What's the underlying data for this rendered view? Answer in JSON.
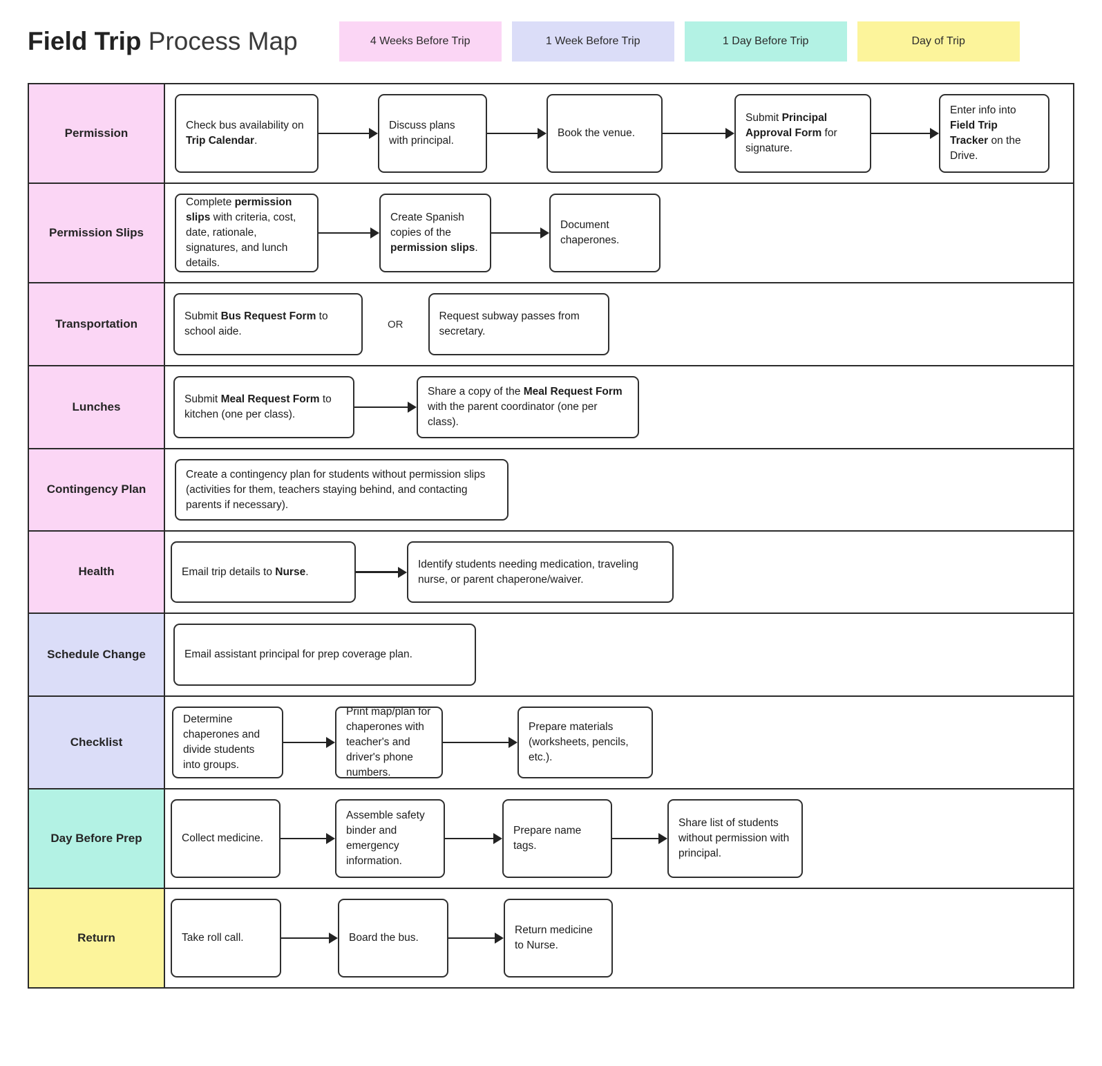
{
  "header": {
    "title_bold": "Field Trip",
    "title_light": " Process Map",
    "legend": [
      {
        "label": "4 Weeks Before Trip",
        "color": "#FBD6F5"
      },
      {
        "label": "1 Week Before Trip",
        "color": "#DBDDF8"
      },
      {
        "label": "1 Day Before Trip",
        "color": "#B3F2E4"
      },
      {
        "label": "Day of Trip",
        "color": "#FCF49B"
      }
    ]
  },
  "colors": {
    "pink": "#FBD6F5",
    "lavender": "#DBDDF8",
    "teal": "#B3F2E4",
    "yellow": "#FCF49B",
    "border": "#2a2a2a",
    "node_border": "#2e2e2e",
    "arrow": "#222222"
  },
  "or_label": "OR",
  "rows": [
    {
      "label": "Permission",
      "phase": "4 Weeks Before Trip",
      "color": "#FBD6F5",
      "steps": [
        {
          "text": "Check bus availability on Trip Calendar.",
          "bold": [
            "Trip Calendar"
          ]
        },
        {
          "text": "Discuss plans with principal.",
          "bold": []
        },
        {
          "text": "Book the venue.",
          "bold": []
        },
        {
          "text": "Submit Principal Approval Form for signature.",
          "bold": [
            "Principal Approval Form"
          ]
        },
        {
          "text": "Enter info into Field Trip Tracker on the Drive.",
          "bold": [
            "Field Trip Tracker"
          ]
        }
      ]
    },
    {
      "label": "Permission Slips",
      "phase": "4 Weeks Before Trip",
      "color": "#FBD6F5",
      "steps": [
        {
          "text": "Complete permission slips with criteria, cost, date, rationale, signatures, and lunch details.",
          "bold": [
            "permission slips"
          ]
        },
        {
          "text": "Create Spanish copies of the permission slips.",
          "bold": [
            "permission slips"
          ]
        },
        {
          "text": "Document chaperones.",
          "bold": []
        }
      ]
    },
    {
      "label": "Transportation",
      "phase": "4 Weeks Before Trip",
      "color": "#FBD6F5",
      "steps": [
        {
          "text": "Submit Bus Request Form to school aide.",
          "bold": [
            "Bus Request Form"
          ]
        },
        {
          "text": "Request subway passes from secretary.",
          "bold": []
        }
      ]
    },
    {
      "label": "Lunches",
      "phase": "4 Weeks Before Trip",
      "color": "#FBD6F5",
      "steps": [
        {
          "text": "Submit Meal Request Form to kitchen (one per class).",
          "bold": [
            "Meal Request Form"
          ]
        },
        {
          "text": "Share a copy of the Meal Request Form with the parent coordinator (one per class).",
          "bold": [
            "Meal Request Form"
          ]
        }
      ]
    },
    {
      "label": "Contingency Plan",
      "phase": "4 Weeks Before Trip",
      "color": "#FBD6F5",
      "steps": [
        {
          "text": "Create a contingency plan for students without permission slips (activities for them, teachers staying behind, and contacting parents if necessary).",
          "bold": []
        }
      ]
    },
    {
      "label": "Health",
      "phase": "4 Weeks Before Trip",
      "color": "#FBD6F5",
      "steps": [
        {
          "text": "Email trip details to Nurse.",
          "bold": [
            "Nurse"
          ]
        },
        {
          "text": "Identify students needing medication, traveling nurse, or parent chaperone/waiver.",
          "bold": []
        }
      ]
    },
    {
      "label": "Schedule Change",
      "phase": "1 Week Before Trip",
      "color": "#DBDDF8",
      "steps": [
        {
          "text": "Email assistant principal for prep coverage plan.",
          "bold": []
        }
      ]
    },
    {
      "label": "Checklist",
      "phase": "1 Week Before Trip",
      "color": "#DBDDF8",
      "steps": [
        {
          "text": "Determine chaperones and divide students into groups.",
          "bold": []
        },
        {
          "text": "Print map/plan for chaperones with teacher's and driver's phone numbers.",
          "bold": []
        },
        {
          "text": "Prepare materials (worksheets, pencils, etc.).",
          "bold": []
        }
      ]
    },
    {
      "label": "Day Before Prep",
      "phase": "1 Day Before Trip",
      "color": "#B3F2E4",
      "steps": [
        {
          "text": "Collect medicine.",
          "bold": []
        },
        {
          "text": "Assemble safety binder and emergency information.",
          "bold": []
        },
        {
          "text": "Prepare name tags.",
          "bold": []
        },
        {
          "text": "Share list of students without permission with principal.",
          "bold": []
        }
      ]
    },
    {
      "label": "Return",
      "phase": "Day of Trip",
      "color": "#FCF49B",
      "steps": [
        {
          "text": "Take roll call.",
          "bold": []
        },
        {
          "text": "Board the bus.",
          "bold": []
        },
        {
          "text": "Return medicine to Nurse.",
          "bold": []
        }
      ]
    }
  ]
}
